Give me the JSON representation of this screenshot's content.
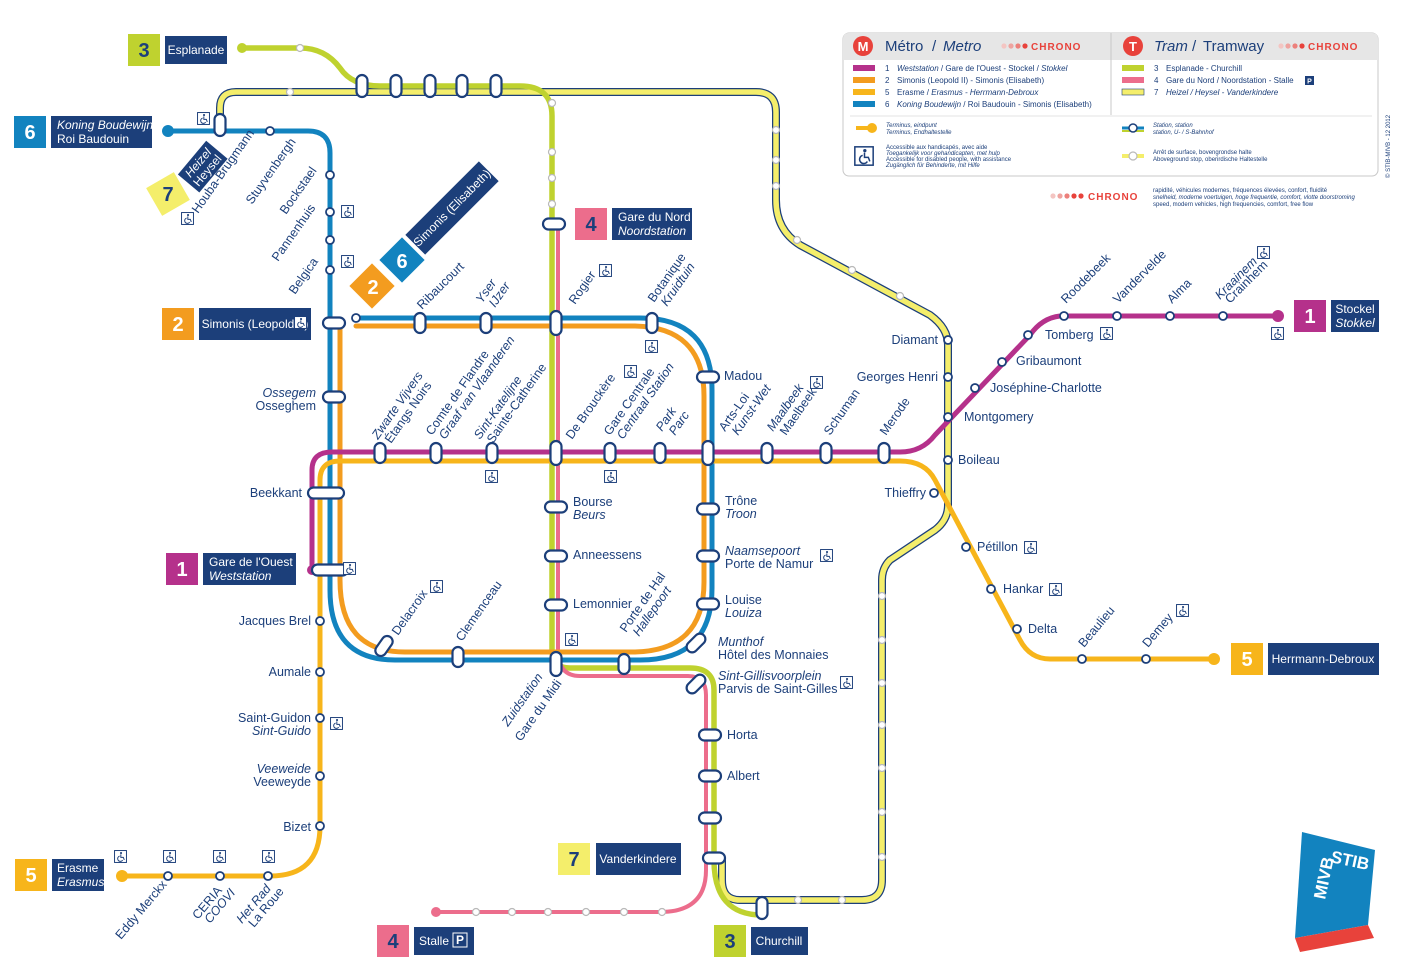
{
  "colors": {
    "line1": "#b5318b",
    "line2": "#f39c1f",
    "line3": "#bfd22f",
    "line4": "#ec6d8c",
    "line5": "#f7b51b",
    "line6": "#1283bf",
    "line7": "#f4ee6b",
    "navy": "#1c3f7a",
    "chrono": "#e8423b"
  },
  "legend": {
    "metro_header": "Métro",
    "metro_header_nl": "Metro",
    "tram_header": "Tram",
    "tram_header_nl": "Tramway",
    "chrono": "CHRONO",
    "metro_m": "M",
    "tram_t": "T",
    "metro_lines": [
      {
        "num": "1",
        "text_a": "Weststation",
        "text_b": " / Gare de l'Ouest - Stockel / ",
        "text_c": "Stokkel"
      },
      {
        "num": "2",
        "text_a": "",
        "text_b": "Simonis (Leopold II) - Simonis (Elisabeth)",
        "text_c": ""
      },
      {
        "num": "5",
        "text_a": "",
        "text_b": "Erasme / ",
        "text_c": "Erasmus - Herrmann-Debroux"
      },
      {
        "num": "6",
        "text_a": "Koning Boudewijn",
        "text_b": " / Roi Baudouin - Simonis (Elisabeth)",
        "text_c": ""
      }
    ],
    "tram_lines": [
      {
        "num": "3",
        "text": "Esplanade - Churchill"
      },
      {
        "num": "4",
        "text": "Gare du Nord / Noordstation - Stalle",
        "badge": "P"
      },
      {
        "num": "7",
        "text": "Heizel / Heysel - Vanderkindere"
      }
    ],
    "terminus": "Terminus, eindpunt",
    "terminus_de": "Terminus, Endhaltestelle",
    "station": "Station, station",
    "station_de": "station, U- / S-Bahnhof",
    "access_1": "Accessible aux handicapés, avec aide",
    "access_2": "Toegankelijk voor gehandicapten, met hulp",
    "access_3": "Accessible for disabled people, with assistance",
    "access_4": "Zugänglich für Behinderte, mit Hilfe",
    "surface_1": "Arrêt de surface, bovengrondse halte",
    "surface_2": "Aboveground stop, oberirdische Haltestelle",
    "chrono_1": "rapidité, véhicules modernes, fréquences élevées, confort, fluidité",
    "chrono_2": "snelheid, moderne voertuigen, hoge frequentie, comfort, vlotte doorstroming",
    "chrono_3": "speed, modern vehicles, high frequencies, comfort, free flow",
    "copyright": "© STIB-MIVB - 12 2012"
  },
  "terminals": {
    "esplanade": {
      "num": "3",
      "name": "Esplanade"
    },
    "koning": {
      "num": "6",
      "name_a": "Koning Boudewijn",
      "name_b": "Roi Baudouin"
    },
    "heysel": {
      "num": "7",
      "name_a": "Heizel",
      "name_b": "Heysel"
    },
    "simonis_elis": {
      "num_a": "2",
      "num_b": "6",
      "name": "Simonis (Elisabeth)"
    },
    "simonis_leo": {
      "num": "2",
      "name": "Simonis (Leopold II)"
    },
    "gare_nord": {
      "num": "4",
      "name_a": "Gare du Nord",
      "name_b": "Noordstation"
    },
    "stockel": {
      "num": "1",
      "name_a": "Stockel",
      "name_b": "Stokkel"
    },
    "herrmann": {
      "num": "5",
      "name": "Herrmann-Debroux"
    },
    "gare_ouest": {
      "num": "1",
      "name_a": "Gare de l'Ouest",
      "name_b": "Weststation"
    },
    "erasme": {
      "num": "5",
      "name_a": "Erasme",
      "name_b": "Erasmus"
    },
    "vanderkindere": {
      "num": "7",
      "name": "Vanderkindere"
    },
    "stalle": {
      "num": "4",
      "name": "Stalle",
      "badge": "P"
    },
    "churchill": {
      "num": "3",
      "name": "Churchill"
    }
  },
  "stations": {
    "houba": "Houba-Brugmann",
    "stuyvenbergh": "Stuyvenbergh",
    "bockstael": "Bockstael",
    "pannenhuis": "Pannenhuis",
    "belgica": "Belgica",
    "ribaucourt": "Ribaucourt",
    "yser_a": "Yser",
    "yser_b": "IJzer",
    "rogier": "Rogier",
    "botanique_a": "Botanique",
    "botanique_b": "Kruidtuin",
    "ossegem_a": "Ossegem",
    "ossegem_b": "Osseghem",
    "zwarte_a": "Zwarte Vijvers",
    "zwarte_b": "Étangs Noirs",
    "comte_a": "Comte de Flandre",
    "comte_b": "Graaf van Vlaanderen",
    "katelijne_a": "Sint-Katelijne",
    "katelijne_b": "Sainte-Catherine",
    "debrouckere": "De Brouckère",
    "garecentrale_a": "Gare Centrale",
    "garecentrale_b": "Centraal Station",
    "park_a": "Park",
    "park_b": "Parc",
    "artsloi_a": "Arts-Loi",
    "artsloi_b": "Kunst-Wet",
    "maalbeek_a": "Maalbeek",
    "maalbeek_b": "Maelbeek",
    "schuman": "Schuman",
    "merode": "Merode",
    "madou": "Madou",
    "beekkant": "Beekkant",
    "bourse_a": "Bourse",
    "bourse_b": "Beurs",
    "anneessens": "Anneessens",
    "lemonnier": "Lemonnier",
    "trone_a": "Trône",
    "trone_b": "Troon",
    "naamse_a": "Naamsepoort",
    "naamse_b": "Porte de Namur",
    "louise_a": "Louise",
    "louise_b": "Louiza",
    "munthof_a": "Munthof",
    "munthof_b": "Hôtel des Monnaies",
    "gillis_a": "Sint-Gillisvoorplein",
    "gillis_b": "Parvis de Saint-Gilles",
    "horta": "Horta",
    "albert": "Albert",
    "jacques": "Jacques Brel",
    "delacroix": "Delacroix",
    "clemenceau": "Clemenceau",
    "zuid_a": "Zuidstation",
    "zuid_b": "Gare du Midi",
    "hal_a": "Porte de Hal",
    "hal_b": "Hallepoort",
    "aumale": "Aumale",
    "guidon_a": "Saint-Guidon",
    "guidon_b": "Sint-Guido",
    "veeweide_a": "Veeweide",
    "veeweide_b": "Veeweyde",
    "bizet": "Bizet",
    "eddy": "Eddy Merckx",
    "ceria_a": "CERIA",
    "ceria_b": "COOVI",
    "hetrad_a": "Het Rad",
    "hetrad_b": "La Roue",
    "diamant": "Diamant",
    "georges": "Georges Henri",
    "montgomery": "Montgomery",
    "boileau": "Boileau",
    "thieffry": "Thieffry",
    "petillon": "Pétillon",
    "hankar": "Hankar",
    "delta": "Delta",
    "beaulieu": "Beaulieu",
    "demey": "Demey",
    "josephine": "Joséphine-Charlotte",
    "gribaumont": "Gribaumont",
    "tomberg": "Tomberg",
    "roodebeek": "Roodebeek",
    "vandervelde": "Vandervelde",
    "alma": "Alma",
    "kraainem_a": "Kraainem",
    "kraainem_b": "Crainhem"
  },
  "logo": {
    "stib": "STIB",
    "mivb": "MIVB"
  }
}
